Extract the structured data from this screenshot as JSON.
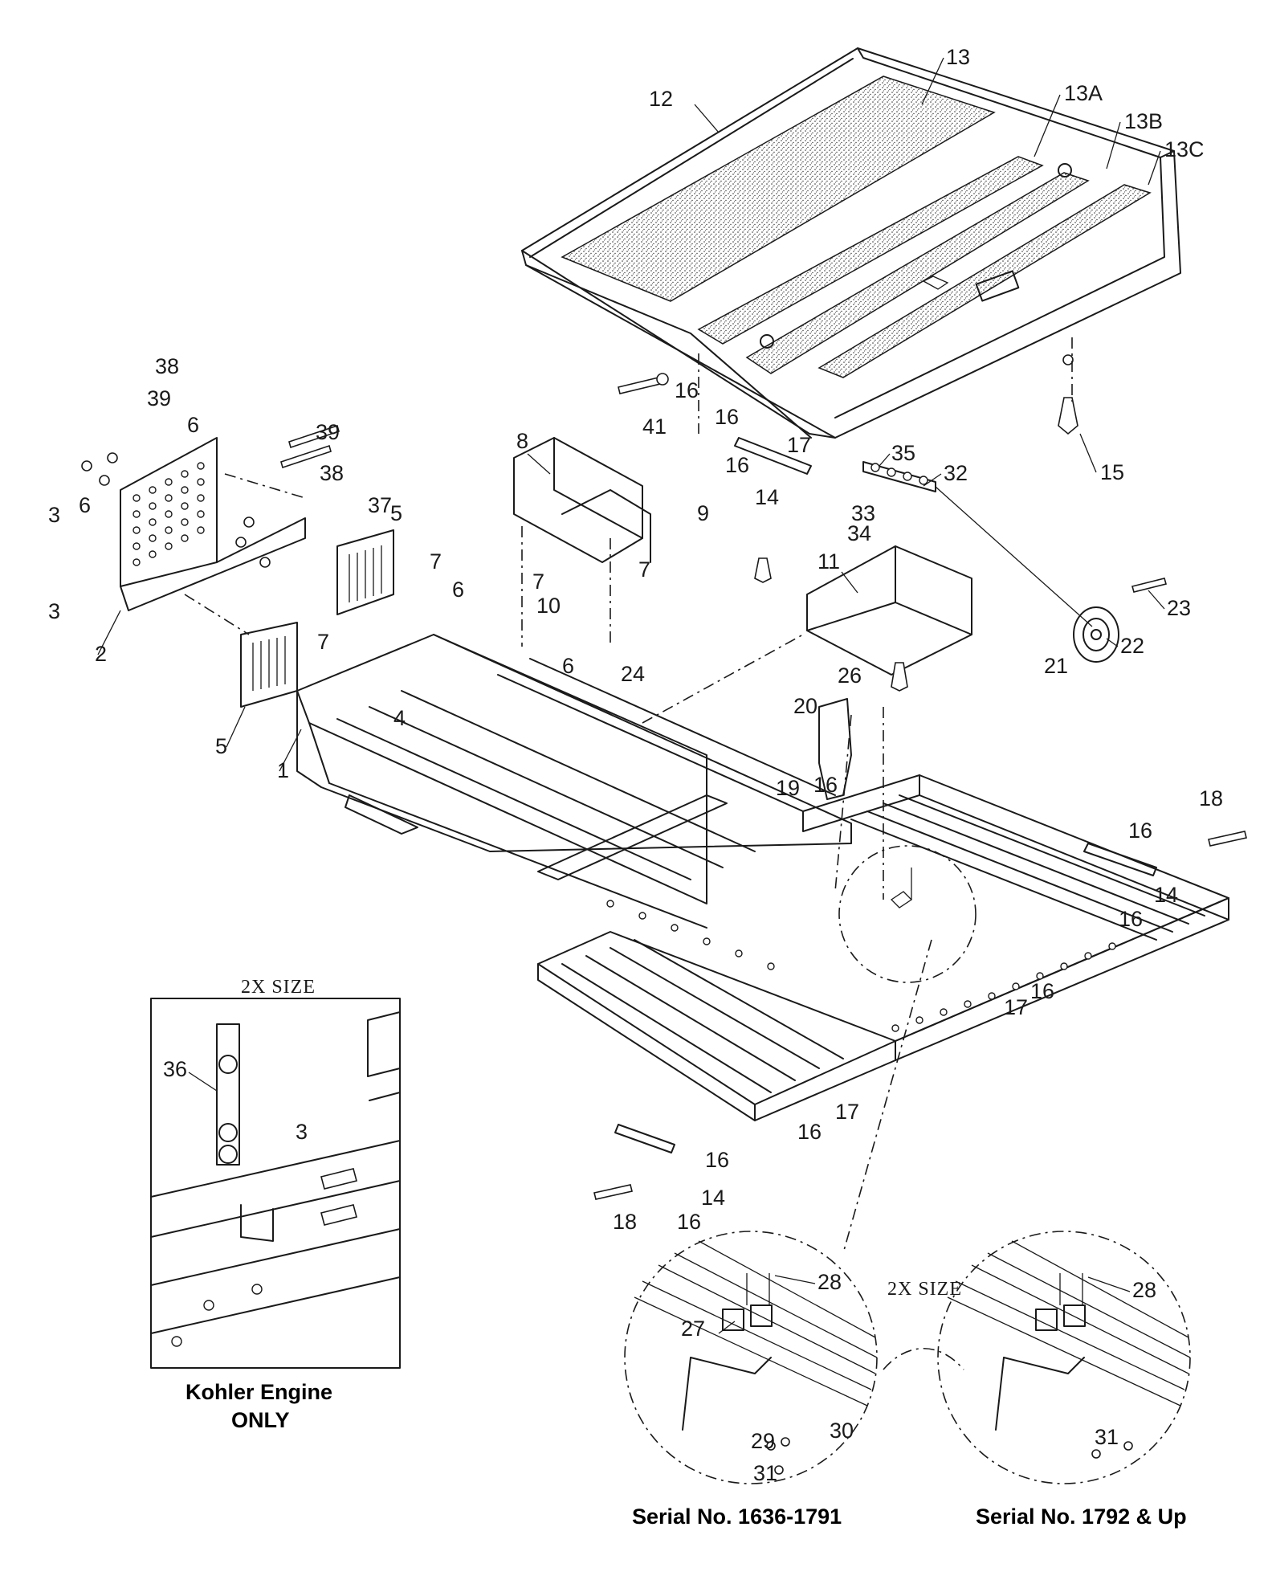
{
  "part_labels": [
    {
      "id": "12",
      "text": "12"
    },
    {
      "id": "13",
      "text": "13"
    },
    {
      "id": "13A",
      "text": "13A"
    },
    {
      "id": "13B",
      "text": "13B"
    },
    {
      "id": "13C",
      "text": "13C"
    },
    {
      "id": "16a",
      "text": "16"
    },
    {
      "id": "41",
      "text": "41"
    },
    {
      "id": "16b",
      "text": "16"
    },
    {
      "id": "17a",
      "text": "17"
    },
    {
      "id": "16c",
      "text": "16"
    },
    {
      "id": "14a",
      "text": "14"
    },
    {
      "id": "15",
      "text": "15"
    },
    {
      "id": "35",
      "text": "35"
    },
    {
      "id": "32",
      "text": "32"
    },
    {
      "id": "33",
      "text": "33"
    },
    {
      "id": "34",
      "text": "34"
    },
    {
      "id": "38a",
      "text": "38"
    },
    {
      "id": "39a",
      "text": "39"
    },
    {
      "id": "6a",
      "text": "6"
    },
    {
      "id": "3a",
      "text": "3"
    },
    {
      "id": "6b",
      "text": "6"
    },
    {
      "id": "39b",
      "text": "39"
    },
    {
      "id": "38b",
      "text": "38"
    },
    {
      "id": "37",
      "text": "37"
    },
    {
      "id": "5a",
      "text": "5"
    },
    {
      "id": "8",
      "text": "8"
    },
    {
      "id": "9",
      "text": "9"
    },
    {
      "id": "7a",
      "text": "7"
    },
    {
      "id": "7b",
      "text": "7"
    },
    {
      "id": "10",
      "text": "10"
    },
    {
      "id": "7c",
      "text": "7"
    },
    {
      "id": "11",
      "text": "11"
    },
    {
      "id": "23",
      "text": "23"
    },
    {
      "id": "22",
      "text": "22"
    },
    {
      "id": "21",
      "text": "21"
    },
    {
      "id": "26",
      "text": "26"
    },
    {
      "id": "3b",
      "text": "3"
    },
    {
      "id": "2",
      "text": "2"
    },
    {
      "id": "6c",
      "text": "6"
    },
    {
      "id": "7d",
      "text": "7"
    },
    {
      "id": "6d",
      "text": "6"
    },
    {
      "id": "24",
      "text": "24"
    },
    {
      "id": "4",
      "text": "4"
    },
    {
      "id": "5b",
      "text": "5"
    },
    {
      "id": "1",
      "text": "1"
    },
    {
      "id": "20",
      "text": "20"
    },
    {
      "id": "19",
      "text": "19"
    },
    {
      "id": "16d",
      "text": "16"
    },
    {
      "id": "18a",
      "text": "18"
    },
    {
      "id": "16e",
      "text": "16"
    },
    {
      "id": "14b",
      "text": "14"
    },
    {
      "id": "16f",
      "text": "16"
    },
    {
      "id": "17b",
      "text": "17"
    },
    {
      "id": "16g",
      "text": "16"
    },
    {
      "id": "36",
      "text": "36"
    },
    {
      "id": "3c",
      "text": "3"
    },
    {
      "id": "17c",
      "text": "17"
    },
    {
      "id": "16h",
      "text": "16"
    },
    {
      "id": "16i",
      "text": "16"
    },
    {
      "id": "14c",
      "text": "14"
    },
    {
      "id": "18b",
      "text": "18"
    },
    {
      "id": "16j",
      "text": "16"
    },
    {
      "id": "28a",
      "text": "28"
    },
    {
      "id": "27",
      "text": "27"
    },
    {
      "id": "29",
      "text": "29"
    },
    {
      "id": "30",
      "text": "30"
    },
    {
      "id": "31a",
      "text": "31"
    },
    {
      "id": "28b",
      "text": "28"
    },
    {
      "id": "31b",
      "text": "31"
    }
  ],
  "detail_kohler": {
    "size": "2X SIZE",
    "caption_line1": "Kohler Engine",
    "caption_line2": "ONLY"
  },
  "detail_serial": {
    "size": "2X SIZE",
    "caption_left": "Serial No. 1636-1791",
    "caption_right": "Serial No. 1792 & Up"
  }
}
